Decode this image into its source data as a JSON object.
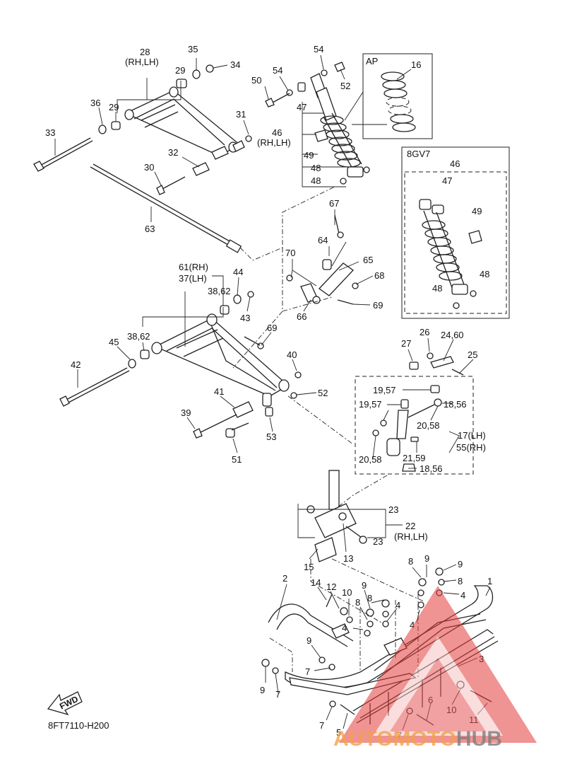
{
  "diagram_code": "8FT7110-H200",
  "fwd_label": "FWD",
  "watermark": {
    "part1": "AUTOMOTO",
    "part2": "HUB",
    "color_red": "#e23b3b",
    "color_orange": "#f2a24a",
    "color_grey": "#7d7d7d"
  },
  "inset_ap": {
    "title": "AP",
    "part": "16"
  },
  "inset_8gv7": {
    "title": "8GV7",
    "parts": [
      "46",
      "47",
      "49",
      "48",
      "48"
    ]
  },
  "labels": [
    {
      "id": "l28",
      "text": "28"
    },
    {
      "id": "l28b",
      "text": "(RH,LH)"
    },
    {
      "id": "l35",
      "text": "35"
    },
    {
      "id": "l34",
      "text": "34"
    },
    {
      "id": "l29a",
      "text": "29"
    },
    {
      "id": "l29b",
      "text": "29"
    },
    {
      "id": "l36",
      "text": "36"
    },
    {
      "id": "l33",
      "text": "33"
    },
    {
      "id": "l31",
      "text": "31"
    },
    {
      "id": "l32",
      "text": "32"
    },
    {
      "id": "l30",
      "text": "30"
    },
    {
      "id": "l63",
      "text": "63"
    },
    {
      "id": "l54a",
      "text": "54"
    },
    {
      "id": "l54b",
      "text": "54"
    },
    {
      "id": "l52a",
      "text": "52"
    },
    {
      "id": "l50",
      "text": "50"
    },
    {
      "id": "l47",
      "text": "47"
    },
    {
      "id": "l46",
      "text": "46"
    },
    {
      "id": "l46b",
      "text": "(RH,LH)"
    },
    {
      "id": "l49",
      "text": "49"
    },
    {
      "id": "l48a",
      "text": "48"
    },
    {
      "id": "l48b",
      "text": "48"
    },
    {
      "id": "l67",
      "text": "67"
    },
    {
      "id": "l64",
      "text": "64"
    },
    {
      "id": "l65",
      "text": "65"
    },
    {
      "id": "l70",
      "text": "70"
    },
    {
      "id": "l68",
      "text": "68"
    },
    {
      "id": "l69a",
      "text": "69"
    },
    {
      "id": "l66",
      "text": "66"
    },
    {
      "id": "l61",
      "text": "61(RH)"
    },
    {
      "id": "l37",
      "text": "37(LH)"
    },
    {
      "id": "l44",
      "text": "44"
    },
    {
      "id": "l3862a",
      "text": "38,62"
    },
    {
      "id": "l43",
      "text": "43"
    },
    {
      "id": "l69b",
      "text": "69"
    },
    {
      "id": "l3862b",
      "text": "38,62"
    },
    {
      "id": "l45",
      "text": "45"
    },
    {
      "id": "l42",
      "text": "42"
    },
    {
      "id": "l40",
      "text": "40"
    },
    {
      "id": "l52b",
      "text": "52"
    },
    {
      "id": "l41",
      "text": "41"
    },
    {
      "id": "l39",
      "text": "39"
    },
    {
      "id": "l53",
      "text": "53"
    },
    {
      "id": "l51",
      "text": "51"
    },
    {
      "id": "l27",
      "text": "27"
    },
    {
      "id": "l26",
      "text": "26"
    },
    {
      "id": "l2460",
      "text": "24,60"
    },
    {
      "id": "l25",
      "text": "25"
    },
    {
      "id": "l1957a",
      "text": "19,57"
    },
    {
      "id": "l1957b",
      "text": "19,57"
    },
    {
      "id": "l1856a",
      "text": "18,56"
    },
    {
      "id": "l2058a",
      "text": "20,58"
    },
    {
      "id": "l17",
      "text": "17(LH)"
    },
    {
      "id": "l55",
      "text": "55(RH)"
    },
    {
      "id": "l2058b",
      "text": "20,58"
    },
    {
      "id": "l2159",
      "text": "21,59"
    },
    {
      "id": "l1856b",
      "text": "18,56"
    },
    {
      "id": "l23a",
      "text": "23"
    },
    {
      "id": "l22",
      "text": "22"
    },
    {
      "id": "l22b",
      "text": "(RH,LH)"
    },
    {
      "id": "l23b",
      "text": "23"
    },
    {
      "id": "l15",
      "text": "15"
    },
    {
      "id": "l13",
      "text": "13"
    },
    {
      "id": "l8a",
      "text": "8"
    },
    {
      "id": "l9a",
      "text": "9"
    },
    {
      "id": "l9b",
      "text": "9"
    },
    {
      "id": "l8b",
      "text": "8"
    },
    {
      "id": "l4a",
      "text": "4"
    },
    {
      "id": "l1",
      "text": "1"
    },
    {
      "id": "l2",
      "text": "2"
    },
    {
      "id": "l14",
      "text": "14"
    },
    {
      "id": "l12",
      "text": "12"
    },
    {
      "id": "l10a",
      "text": "10"
    },
    {
      "id": "l9c",
      "text": "9"
    },
    {
      "id": "l8c",
      "text": "8"
    },
    {
      "id": "l8d",
      "text": "8"
    },
    {
      "id": "l4b",
      "text": "4"
    },
    {
      "id": "l4c",
      "text": "4"
    },
    {
      "id": "l4d",
      "text": "4"
    },
    {
      "id": "l9d",
      "text": "9"
    },
    {
      "id": "l7a",
      "text": "7"
    },
    {
      "id": "l9e",
      "text": "9"
    },
    {
      "id": "l7b",
      "text": "7"
    },
    {
      "id": "l3",
      "text": "3"
    },
    {
      "id": "l10b",
      "text": "10"
    },
    {
      "id": "l11",
      "text": "11"
    },
    {
      "id": "l6",
      "text": "6"
    },
    {
      "id": "l7c",
      "text": "7"
    },
    {
      "id": "l5",
      "text": "5"
    },
    {
      "id": "l7d",
      "text": "7"
    }
  ]
}
